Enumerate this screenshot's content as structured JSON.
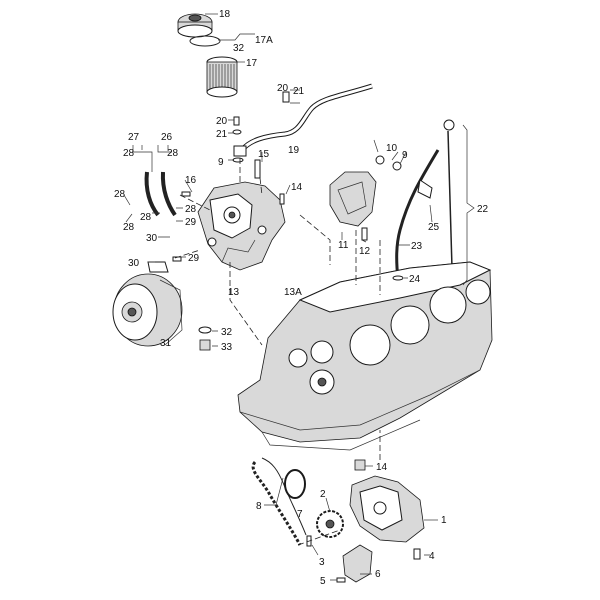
{
  "colors": {
    "line": "#1a1a1a",
    "background": "#ffffff",
    "shade": "#d9d9d9"
  },
  "labels": {
    "l18": "18",
    "l17a": "17A",
    "l32a": "32",
    "l17": "17",
    "l20a": "20",
    "l21a": "21",
    "l20b": "20",
    "l21b": "21",
    "l9a": "9",
    "l19": "19",
    "l27": "27",
    "l26": "26",
    "l28a": "28",
    "l28b": "28",
    "l15": "15",
    "l16": "16",
    "l14a": "14",
    "l28c": "28",
    "l28d": "28",
    "l28e": "28",
    "l29a": "29",
    "l28f": "28",
    "l30a": "30",
    "l30b": "30",
    "l29b": "29",
    "l13": "13",
    "l13a": "13A",
    "l10": "10",
    "l9b": "9",
    "l11": "11",
    "l12": "12",
    "l25": "25",
    "l22": "22",
    "l23": "23",
    "l24": "24",
    "l32b": "32",
    "l33": "33",
    "l31": "31",
    "l14b": "14",
    "l8": "8",
    "l7": "7",
    "l2": "2",
    "l1": "1",
    "l3": "3",
    "l4": "4",
    "l6": "6",
    "l5": "5"
  }
}
